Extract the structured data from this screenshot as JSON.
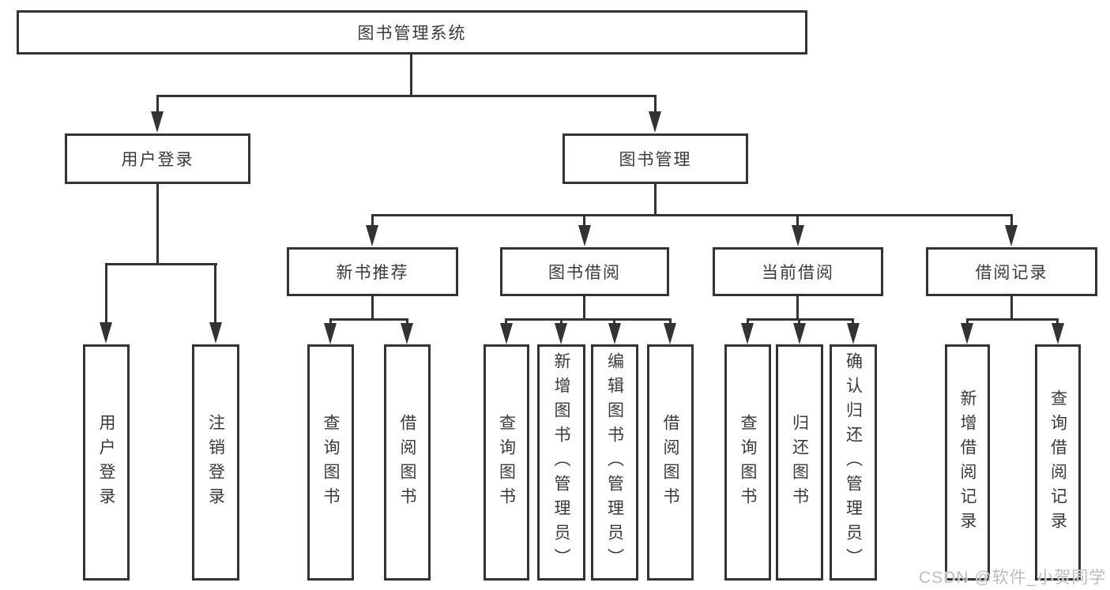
{
  "tree": {
    "label": "图书管理系统",
    "children": [
      {
        "label": "用户登录",
        "children": [
          {
            "label": "用户登录"
          },
          {
            "label": "注销登录"
          }
        ]
      },
      {
        "label": "图书管理",
        "children": [
          {
            "label": "新书推荐",
            "children": [
              {
                "label": "查询图书"
              },
              {
                "label": "借阅图书"
              }
            ]
          },
          {
            "label": "图书借阅",
            "children": [
              {
                "label": "查询图书"
              },
              {
                "label": "新增图书（管理员）"
              },
              {
                "label": "编辑图书（管理员）"
              },
              {
                "label": "借阅图书"
              }
            ]
          },
          {
            "label": "当前借阅",
            "children": [
              {
                "label": "查询图书"
              },
              {
                "label": "归还图书"
              },
              {
                "label": "确认归还（管理员）"
              }
            ]
          },
          {
            "label": "借阅记录",
            "children": [
              {
                "label": "新增借阅记录"
              },
              {
                "label": "查询借阅记录"
              }
            ]
          }
        ]
      }
    ]
  },
  "watermark": {
    "text": "CSDN @软件_小贺同学"
  },
  "colors": {
    "line": "#333333",
    "text": "#3a3a3a",
    "watermark": "#b9bdc4",
    "background": "#ffffff"
  }
}
